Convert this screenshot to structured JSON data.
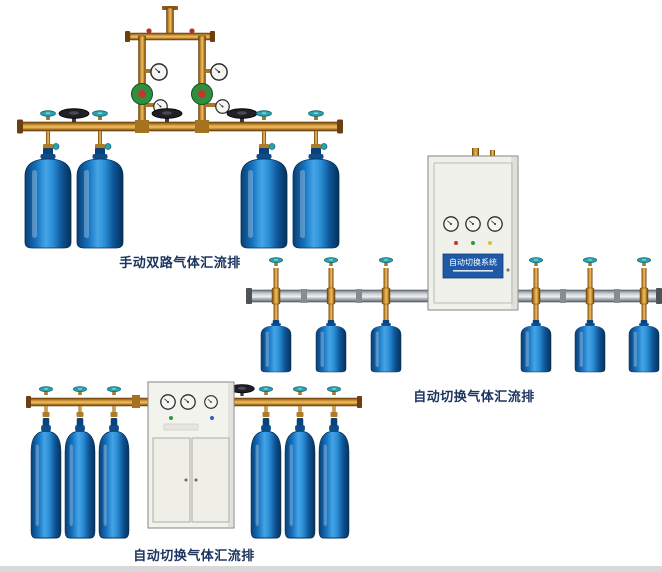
{
  "page": {
    "background": "#ffffff"
  },
  "figures": [
    {
      "caption": "手动双路气体汇流排"
    },
    {
      "caption": "自动切换气体汇流排",
      "cabinet_plate": "自动切换系统"
    },
    {
      "caption": "自动切换气体汇流排"
    }
  ],
  "palette": {
    "caption_color": "#1c3560",
    "cylinder_blue": "#1673c0",
    "brass": "#c98e2e",
    "valve_teal": "#2aa0ad",
    "pipe_silver": "#c9ced4",
    "cabinet_white": "#f1f1ec",
    "plate_blue": "#1f5aa8",
    "background": "#ffffff"
  }
}
